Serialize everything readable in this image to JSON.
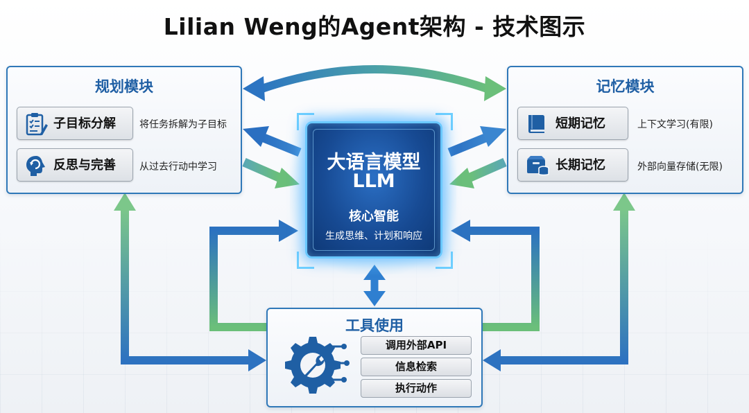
{
  "title": "Lilian Weng的Agent架构 - 技术图示",
  "colors": {
    "primary_blue": "#2f78b8",
    "title_blue": "#1f5fa4",
    "arrow_green": "#6bbf7a",
    "llm_fill": "#174a93",
    "llm_glow": "#6ac8ff"
  },
  "planning": {
    "title": "规划模块",
    "items": [
      {
        "label": "子目标分解",
        "desc": "将任务拆解为子目标",
        "icon": "clipboard-checklist-icon"
      },
      {
        "label": "反思与完善",
        "desc": "从过去行动中学习",
        "icon": "brain-refresh-icon"
      }
    ]
  },
  "memory": {
    "title": "记忆模块",
    "items": [
      {
        "label": "短期记忆",
        "desc": "上下文学习(有限)",
        "icon": "book-icon"
      },
      {
        "label": "长期记忆",
        "desc": "外部向量存储(无限)",
        "icon": "database-box-icon"
      }
    ]
  },
  "llm": {
    "line1": "大语言模型",
    "line2": "LLM",
    "subtitle": "核心智能",
    "desc": "生成思维、计划和响应"
  },
  "tools": {
    "title": "工具使用",
    "icon": "gear-wrench-circuit-icon",
    "items": [
      "调用外部API",
      "信息检索",
      "执行动作"
    ]
  }
}
